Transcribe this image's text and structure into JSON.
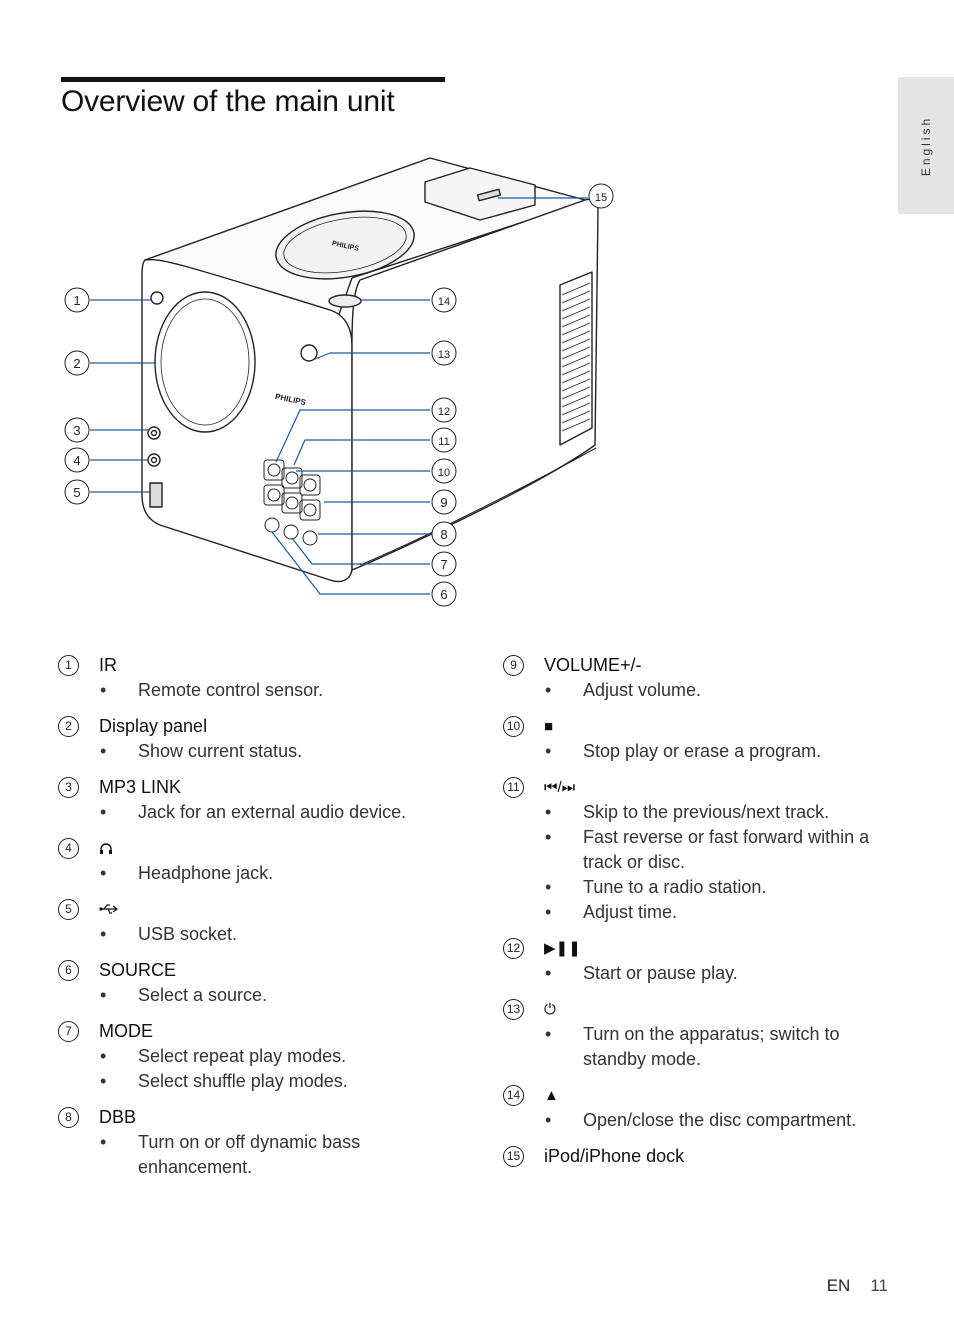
{
  "page": {
    "title": "Overview of the main unit",
    "language_tab": "English",
    "footer_lang": "EN",
    "page_number": "11"
  },
  "diagram": {
    "brand_top": "PHILIPS",
    "brand_front": "PHILIPS",
    "callouts": [
      "1",
      "2",
      "3",
      "4",
      "5",
      "6",
      "7",
      "8",
      "9",
      "10",
      "11",
      "12",
      "13",
      "14",
      "15"
    ]
  },
  "items": [
    {
      "num": "1",
      "label": "IR",
      "icon": "",
      "bullets": [
        "Remote control sensor."
      ]
    },
    {
      "num": "2",
      "label": "Display panel",
      "icon": "",
      "bullets": [
        "Show current status."
      ]
    },
    {
      "num": "3",
      "label": "MP3 LINK",
      "icon": "",
      "bullets": [
        "Jack for an external audio device."
      ]
    },
    {
      "num": "4",
      "label": "",
      "icon": "headphone-icon",
      "bullets": [
        "Headphone jack."
      ]
    },
    {
      "num": "5",
      "label": "",
      "icon": "usb-icon",
      "bullets": [
        "USB socket."
      ]
    },
    {
      "num": "6",
      "label": "SOURCE",
      "icon": "",
      "bullets": [
        "Select a source."
      ]
    },
    {
      "num": "7",
      "label": "MODE",
      "icon": "",
      "bullets": [
        "Select repeat play modes.",
        "Select shuffle play modes."
      ]
    },
    {
      "num": "8",
      "label": "DBB",
      "icon": "",
      "bullets": [
        "Turn on or off dynamic bass enhancement."
      ]
    },
    {
      "num": "9",
      "label": "VOLUME+/-",
      "icon": "",
      "bullets": [
        "Adjust volume."
      ]
    },
    {
      "num": "10",
      "label": "■",
      "icon": "stop-icon",
      "bullets": [
        "Stop play or erase a program."
      ]
    },
    {
      "num": "11",
      "label": "⏮/⏭",
      "icon": "skip-icon",
      "bullets": [
        "Skip to the previous/next track.",
        "Fast reverse or fast forward within a track or disc.",
        "Tune to a radio station.",
        "Adjust time."
      ]
    },
    {
      "num": "12",
      "label": "▶❚❚",
      "icon": "play-pause-icon",
      "bullets": [
        "Start or pause play."
      ]
    },
    {
      "num": "13",
      "label": "⏻",
      "icon": "power-icon",
      "bullets": [
        "Turn on the apparatus; switch to standby mode."
      ]
    },
    {
      "num": "14",
      "label": "▲",
      "icon": "eject-icon",
      "bullets": [
        "Open/close the disc compartment."
      ]
    },
    {
      "num": "15",
      "label": "iPod/iPhone dock",
      "icon": "",
      "bullets": []
    }
  ]
}
